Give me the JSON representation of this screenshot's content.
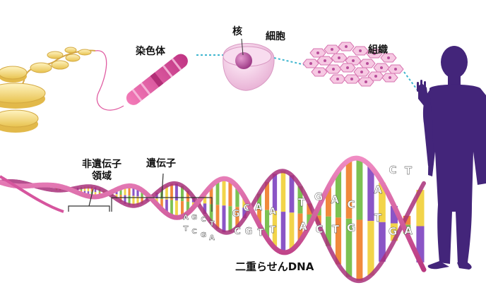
{
  "labels": {
    "chromosome": "染色体",
    "nucleus": "核",
    "cell": "細胞",
    "tissue": "組織",
    "noncoding_line1": "非遺伝子",
    "noncoding_line2": "領域",
    "gene": "遺伝子",
    "dna": "二重らせんDNA"
  },
  "bases": {
    "small_upper": [
      "A",
      "G",
      "C",
      "T"
    ],
    "small_lower": [
      "T",
      "C",
      "G",
      "A"
    ],
    "mid_upper": [
      "G",
      "C",
      "A",
      "A"
    ],
    "mid_lower": [
      "C",
      "G",
      "T",
      "T"
    ],
    "large_upper": [
      "T",
      "G",
      "A",
      "C"
    ],
    "large_lower": [
      "A",
      "C",
      "T",
      "G"
    ],
    "end_upper": [
      "A",
      "C",
      "T"
    ],
    "end_lower": [
      "T",
      "G",
      "A"
    ]
  },
  "colors": {
    "backbone": "#d6559e",
    "backbone_dark": "#a8307a",
    "chromosome": "#e0529b",
    "nucleus": "#b84d9a",
    "cell": "#f3d3ea",
    "tissue": "#f6c8e2",
    "human": "#43257a",
    "dotted_line": "#3fb6cf",
    "chromatin": "#f3d97a",
    "base_green": "#7cc152",
    "base_yellow": "#f2d44a",
    "base_orange": "#f08a3c",
    "base_purple": "#8a55c6"
  }
}
